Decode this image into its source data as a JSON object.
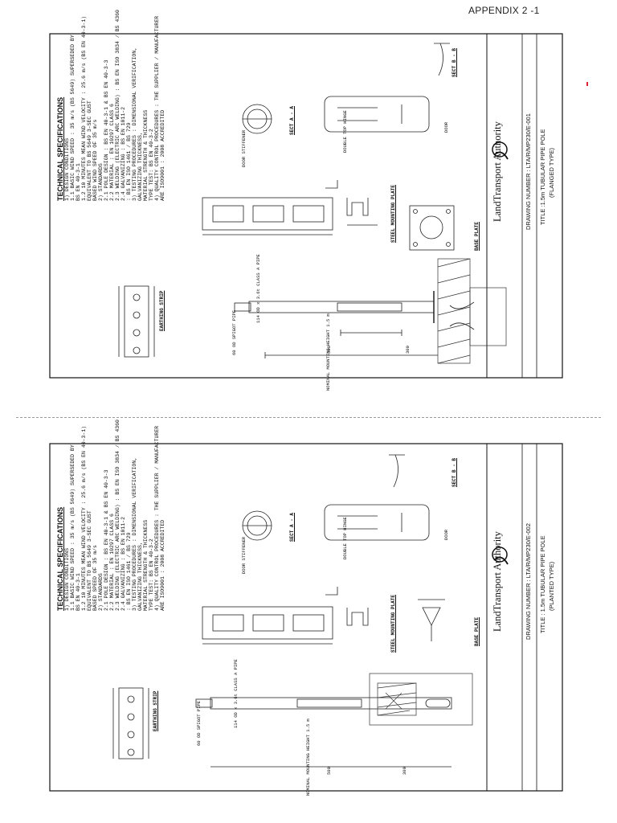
{
  "header": {
    "appendix": "APPENDIX 2 -1"
  },
  "sheets": [
    {
      "authority": "LandTransport Authority",
      "drawing_number": "DRAWING NUMBER : LTA/R/MP230/E-001",
      "title_line1": "TITLE :1.5m TUBULAR PIPE POLE",
      "title_line2": "(FLANGED TYPE)",
      "spec_heading": "TECHNICAL SPECIFICATIONS",
      "spec_lines": [
        "1) DESIGN CONDITIONS",
        "   1.1 BASIC WIND SPEED          : 35 m/s (BS 5649) SUPERSEDED BY",
        "                                   BS EN 40-3-1",
        "   1.2 10 MINUTES MEAN WIND VELOCITY : 25.6 m/s (BS EN 40-3-1)",
        "                                   EQUIVALENT TO BS 5649 3-SEC GUST",
        "                                   BASED WIND SPEED OF 35 m/s",
        "2) STANDARDS",
        "   2.1 POLE DESIGN               : BS EN 40-3-1 & BS EN 40-3-3",
        "   2.2 MATERIAL                  : EN 10297 CLASS 6",
        "   2.3 WELDING (ELECTRIC ARC WELDING) : BS EN ISO 3834 / BS 4360",
        "   2.4 GALVANIZING               : BS EN 1011-2",
        "                                 : BS EN ISO 1461 / BS 729",
        "3) TESTING PROCEDURES            : DIMENSIONAL VERIFICATION,",
        "                                   GALVANIZING THICKNESS,",
        "                                   MATERIAL STRENGTH & THICKNESS",
        "                                   TYPE TEST: BS EN 40-3-2",
        "4) QUALITY CONTROL PROCEDURES    : THE SUPPLIER / MANUFACTURER",
        "                                   ARE ISO9001 : 2008 ACCREDITED"
      ],
      "labels": {
        "earthing_strip": "EARTHING STRIP",
        "steel_mounting_plate": "STEEL MOUNTING PLATE",
        "base_plate": "BASE PLATE",
        "sect_aa": "SECT A - A",
        "sect_bb": "SECT B - B",
        "door": "DOOR",
        "double_top_hinge": "DOUBLE TOP HINGE",
        "door_stiffener": "DOOR STIFFENER",
        "spigot_pipe": "60 OD SPIGOT PIPE",
        "pipe_class": "114 OD x 3.6t CLASS A PIPE",
        "mounting_height": "NOMINAL MOUNTING HEIGHT 1.5 m",
        "dim_500": "500",
        "dim_300": "300"
      }
    },
    {
      "authority": "LandTransport Authority",
      "drawing_number": "DRAWING NUMBER : LTA/R/MP230/E-002",
      "title_line1": "TITLE : 1.5m TUBULAR PIPE POLE",
      "title_line2": "(PLANTED TYPE)",
      "spec_heading": "TECHNICAL SPECIFICATIONS",
      "spec_lines": [
        "1) DESIGN CONDITIONS",
        "   1.1 BASIC WIND SPEED          : 35 m/s (BS 5649) SUPERSEDED BY",
        "                                   BS EN 40-3-1",
        "   1.2 10 MINUTES MEAN WIND VELOCITY : 25.6 m/s (BS EN 40-3-1)",
        "                                   EQUIVALENT TO BS 5649 3-SEC GUST",
        "                                   BASED SPEED OF 35 m/s",
        "2) STANDARDS",
        "   2.1 POLE DESIGN               : BS EN 40-3-1 & BS EN 40-3-3",
        "   2.2 MATERIAL                  : EN 10297 CLASS 6",
        "   2.3 WELDING (ELECTRIC ARC WELDING) : BS EN ISO 3834 / BS 4360",
        "   2.4 GALVANIZING               : BS EN 1011-2",
        "                                 : BS EN ISO 1461 / BS 729",
        "3) TESTING PROCEDURES            : DIMENSIONAL VERIFICATION,",
        "                                   GALVANIZING THICKNESS,",
        "                                   MATERIAL STRENGTH & THICKNESS",
        "                                   TYPE TEST: BS EN 40-3-2",
        "4) QUALITY CONTROL PROCEDURES    : THE SUPPLIER / MANUFACTURER",
        "                                   ARE ISO9001 : 2008 ACCREDITED"
      ],
      "labels": {
        "earthing_strip": "EARTHING STRIP",
        "steel_mounting_plate": "STEEL MOUNTING PLATE",
        "base_plate": "BASE PLATE",
        "sect_aa": "SECT A - A",
        "sect_bb": "SECT B - B",
        "door": "DOOR",
        "double_top_hinge": "DOUBLE TOP HINGE",
        "door_stiffener": "DOOR STIFFENER",
        "spigot_pipe": "60 OD SPIGOT PIPE",
        "pipe_class": "114 OD x 3.6t CLASS A PIPE",
        "mounting_height": "NOMINAL MOUNTING HEIGHT 1.5 m",
        "dim_500": "500",
        "dim_300": "300"
      }
    }
  ]
}
